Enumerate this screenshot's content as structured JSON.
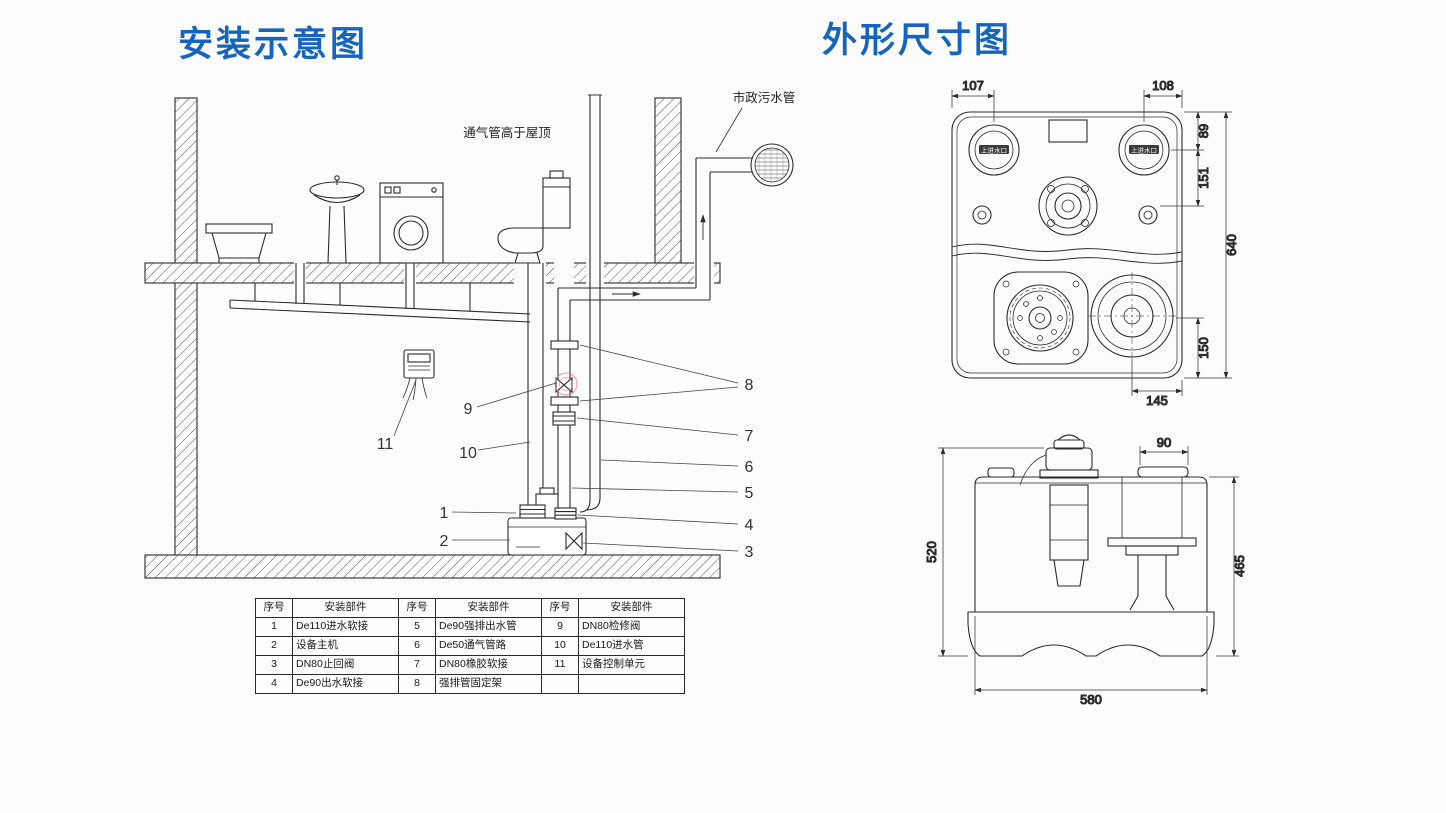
{
  "page": {
    "left_title": "安装示意图",
    "right_title": "外形尺寸图",
    "title_color": "#1565c0"
  },
  "install": {
    "labels": {
      "vent_note": "通气管高于屋顶",
      "municipal": "市政污水管"
    },
    "callouts": {
      "n1": "1",
      "n2": "2",
      "n3": "3",
      "n4": "4",
      "n5": "5",
      "n6": "6",
      "n7": "7",
      "n8": "8",
      "n9": "9",
      "n10": "10",
      "n11": "11"
    }
  },
  "parts_table": {
    "header_no": "序号",
    "header_part": "安装部件",
    "rows": [
      [
        "1",
        "De110进水软接",
        "5",
        "De90强排出水管",
        "9",
        "DN80检修阀"
      ],
      [
        "2",
        "设备主机",
        "6",
        "De50通气管路",
        "10",
        "De110进水管"
      ],
      [
        "3",
        "DN80止回阀",
        "7",
        "DN80橡胶软接",
        "11",
        "设备控制单元"
      ],
      [
        "4",
        "De90出水软接",
        "8",
        "强排管固定架",
        "",
        ""
      ]
    ]
  },
  "outline_drawing": {
    "inlet_label": "上进水口",
    "top_view": {
      "d107": "107",
      "d108": "108",
      "d89": "89",
      "d151": "151",
      "d640": "640",
      "d150": "150",
      "d145": "145"
    },
    "front_view": {
      "d90": "90",
      "d520": "520",
      "d465": "465",
      "d580": "580"
    }
  }
}
